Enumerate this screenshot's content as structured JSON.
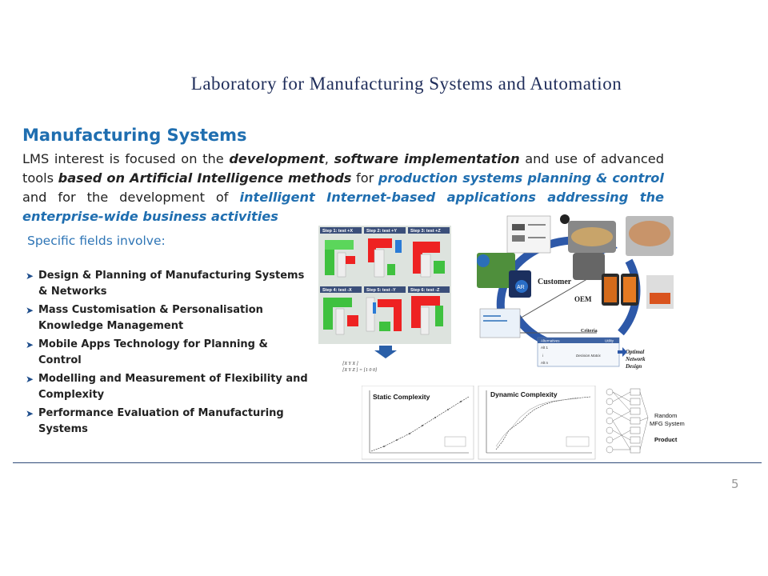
{
  "title": "Laboratory for Manufacturing Systems and Automation",
  "section_heading": "Manufacturing Systems",
  "intro": {
    "p1": "LMS interest is focused on the ",
    "b1": "development",
    "p2": ", ",
    "b2": "software implementation",
    "p3": " and use of advanced tools ",
    "b3": "based on Artificial Intelligence methods",
    "p4": " for ",
    "blue1": "production systems planning & control",
    "p5": " and for the development of ",
    "blue2": "intelligent Internet-based applications addressing the enterprise-wide business activities"
  },
  "fields_heading": "Specific fields involve:",
  "fields": [
    "Design & Planning of Manufacturing Systems & Networks",
    "Mass Customisation & Personalisation Knowledge Management",
    "Mobile Apps Technology for Planning & Control",
    "Modelling and Measurement of Flexibility and Complexity",
    "Performance Evaluation of Manufacturing Systems"
  ],
  "figure_steps": {
    "steps": [
      "Step 1: test +X",
      "Step 2: test +Y",
      "Step 3: test +Z",
      "Step 4: test -X",
      "Step 5: test -Y",
      "Step 6: test -Z"
    ]
  },
  "figure_cycle": {
    "customer": "Customer",
    "oem": "OEM",
    "criteria": "Criteria",
    "alternatives": "Alternatives",
    "utility": "Utility",
    "decision_matrix": "Decision Matrix",
    "optimal": "Optimal",
    "network": "Network",
    "design": "Design",
    "ar": "AR",
    "rows": [
      "Alt 1",
      "i",
      "Alt n"
    ]
  },
  "figure_complexity": {
    "static": "Static Complexity",
    "dynamic": "Dynamic Complexity",
    "random_1": "Random",
    "random_2": "MFG System",
    "product": "Product"
  },
  "page_number": "5",
  "colors": {
    "title": "#1f2d5a",
    "heading": "#1f6eb0",
    "accent": "#2e75b6",
    "divider": "#2e4a78"
  }
}
